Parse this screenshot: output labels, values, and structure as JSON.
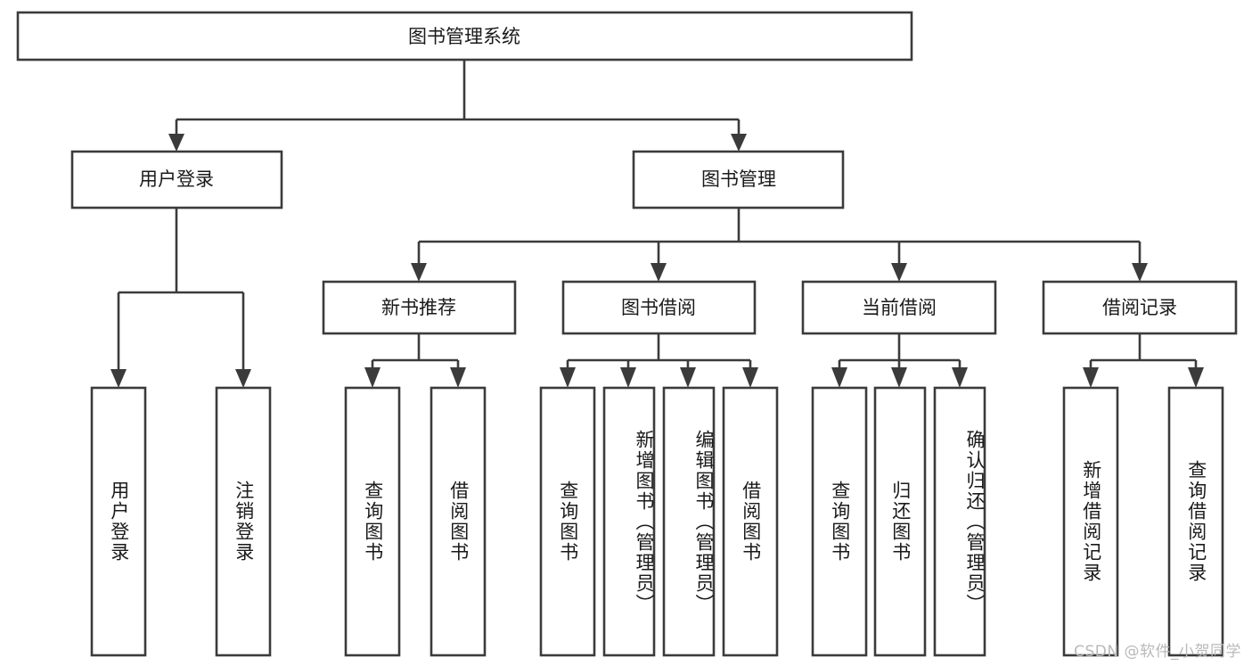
{
  "diagram": {
    "type": "tree-hierarchy",
    "title": "图书管理系统",
    "root": {
      "label": "图书管理系统",
      "orientation": "horizontal"
    },
    "level2": [
      {
        "label": "用户登录",
        "orientation": "horizontal"
      },
      {
        "label": "图书管理",
        "orientation": "horizontal"
      }
    ],
    "level3": [
      {
        "label": "新书推荐",
        "orientation": "horizontal",
        "parent": "图书管理"
      },
      {
        "label": "图书借阅",
        "orientation": "horizontal",
        "parent": "图书管理"
      },
      {
        "label": "当前借阅",
        "orientation": "horizontal",
        "parent": "图书管理"
      },
      {
        "label": "借阅记录",
        "orientation": "horizontal",
        "parent": "图书管理"
      }
    ],
    "leaves": [
      {
        "label": "用户登录",
        "parent": "用户登录",
        "orientation": "vertical"
      },
      {
        "label": "注销登录",
        "parent": "用户登录",
        "orientation": "vertical"
      },
      {
        "label": "查询图书",
        "parent": "新书推荐",
        "orientation": "vertical"
      },
      {
        "label": "借阅图书",
        "parent": "新书推荐",
        "orientation": "vertical"
      },
      {
        "label": "查询图书",
        "parent": "图书借阅",
        "orientation": "vertical"
      },
      {
        "label": "新增图书（管理员）",
        "parent": "图书借阅",
        "orientation": "vertical"
      },
      {
        "label": "编辑图书（管理员）",
        "parent": "图书借阅",
        "orientation": "vertical"
      },
      {
        "label": "借阅图书",
        "parent": "图书借阅",
        "orientation": "vertical"
      },
      {
        "label": "查询图书",
        "parent": "当前借阅",
        "orientation": "vertical"
      },
      {
        "label": "归还图书",
        "parent": "当前借阅",
        "orientation": "vertical"
      },
      {
        "label": "确认归还（管理员）",
        "parent": "当前借阅",
        "orientation": "vertical"
      },
      {
        "label": "新增借阅记录",
        "parent": "借阅记录",
        "orientation": "vertical"
      },
      {
        "label": "查询借阅记录",
        "parent": "借阅记录",
        "orientation": "vertical"
      }
    ],
    "colors": {
      "stroke": "#3b3b3b",
      "fill": "#ffffff",
      "text": "#1a1a1a",
      "watermark": "#b9b9b9",
      "background": "#ffffff"
    }
  },
  "watermark": {
    "text": "CSDN @软件_小贺同学"
  }
}
